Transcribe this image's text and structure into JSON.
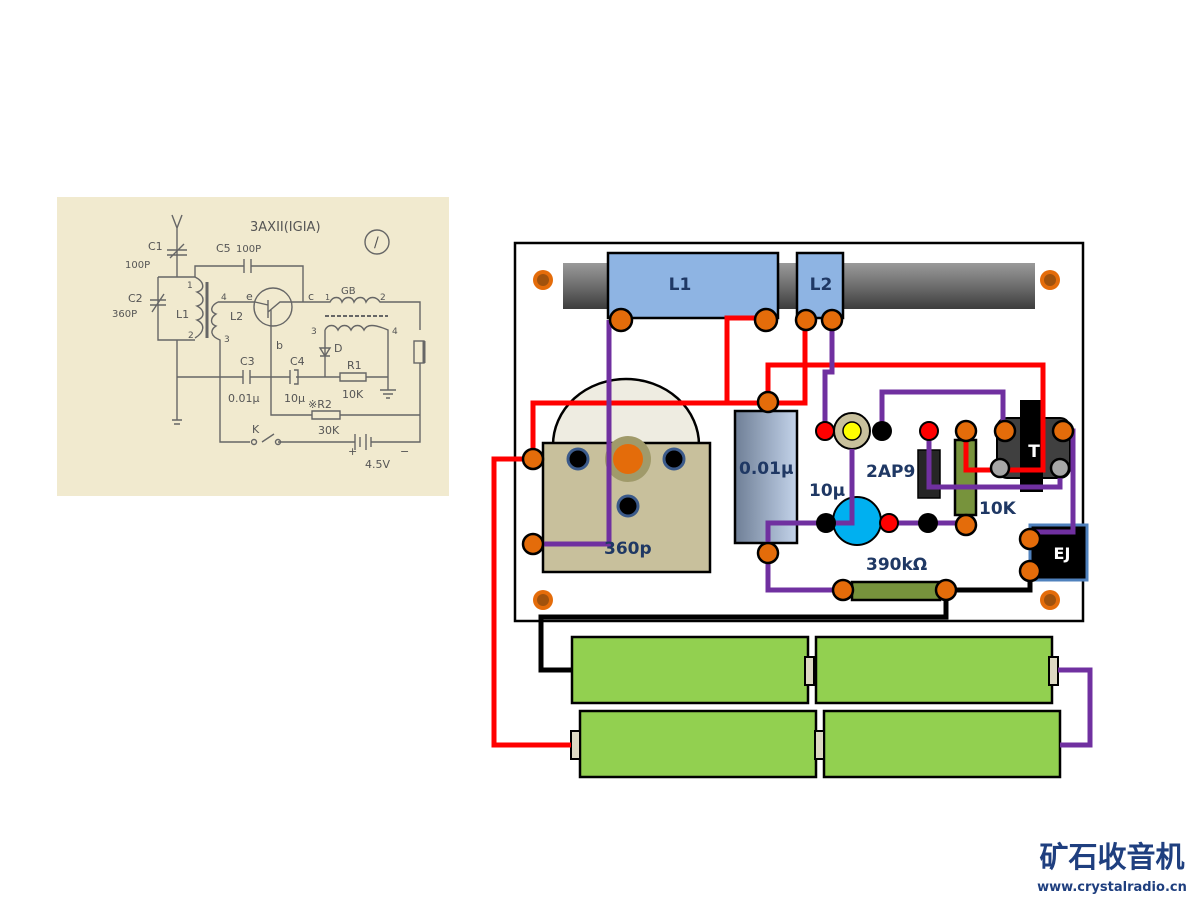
{
  "schematic": {
    "title": "3AXII(IGIA)",
    "figure_number": "/",
    "labels": {
      "c1": "C1",
      "c1_value": "100P",
      "c5": "C5",
      "c5_value": "100P",
      "c2": "C2",
      "c2_value": "360P",
      "l1": "L1",
      "l2": "L2",
      "e": "e",
      "c": "c",
      "b": "b",
      "gb": "GB",
      "d": "D",
      "pin1": "1",
      "pin2": "2",
      "pin3": "3",
      "pin4": "4",
      "gb_pin1": "1",
      "gb_pin2": "2",
      "gb_pin3": "3",
      "gb_pin4": "4",
      "c3": "C3",
      "c3_value": "0.01μ",
      "c4": "C4",
      "c4_value": "10μ",
      "r1": "R1",
      "r1_value": "10K",
      "r2": "※R2",
      "r2_value": "30K",
      "k": "K",
      "battery": "4.5V",
      "plus": "+",
      "minus": "−"
    }
  },
  "layout_diagram": {
    "coil_l1": "L1",
    "coil_l2": "L2",
    "variable_capacitor": "360p",
    "capacitor": "0.01μ",
    "electrolytic": "10μ",
    "diode": "2AP9",
    "resistor_10k": "10K",
    "resistor_390k": "390kΩ",
    "transformer": "T",
    "earphone_jack": "EJ",
    "colors": {
      "red_wire": "#FF0000",
      "purple_wire": "#7030A0",
      "black_wire": "#000000",
      "coil": "#8EB4E3",
      "battery": "#92D050",
      "terminal": "#E46C0A",
      "resistor": "#77933C",
      "electrolytic": "#00B0F0"
    }
  },
  "logo": {
    "name": "矿石收音机",
    "url": "www.crystalradio.cn"
  }
}
